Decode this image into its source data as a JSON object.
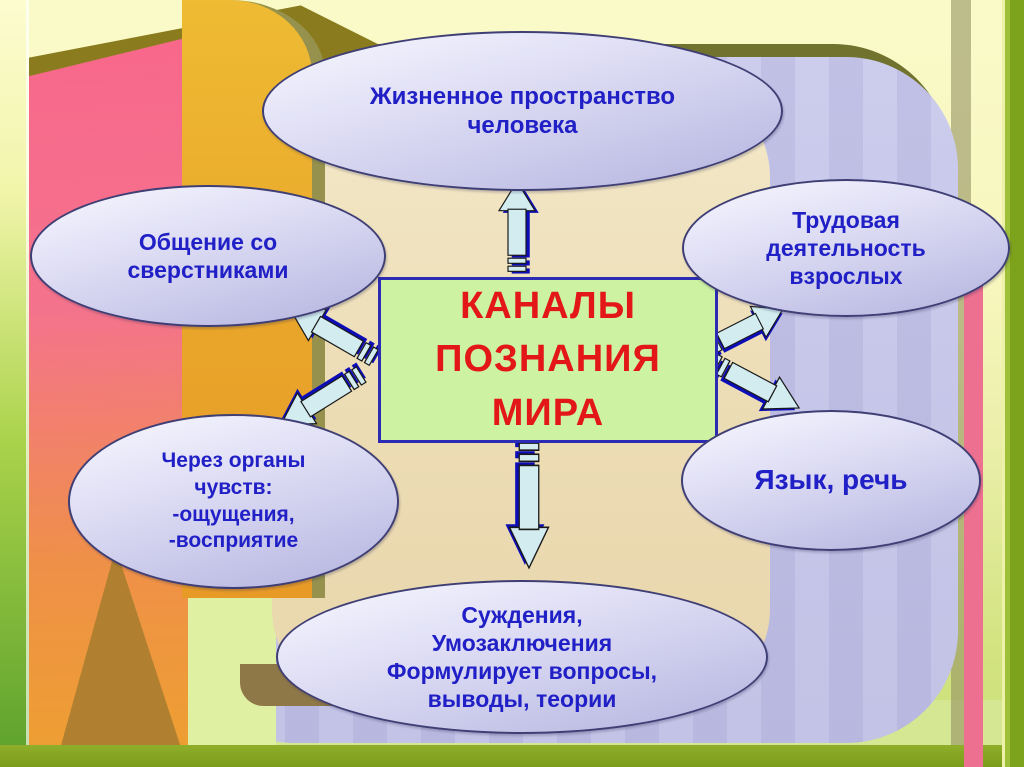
{
  "slide": {
    "central_box": {
      "text": "КАНАЛЫ\nПОЗНАНИЯ\nМИРА",
      "text_color": "#e31717",
      "fill": "#ccf2a2",
      "border_color": "#2b2bb4"
    },
    "nodes": [
      {
        "id": "top",
        "label": "Жизненное пространство\nчеловека"
      },
      {
        "id": "top-left",
        "label": "Общение со\nсверстниками"
      },
      {
        "id": "top-right",
        "label": "Трудовая\nдеятельность\nвзрослых"
      },
      {
        "id": "bottom-left",
        "label": "Через органы\nчувств:\n-ощущения,\n-восприятие"
      },
      {
        "id": "bottom-right",
        "label": "Язык, речь"
      },
      {
        "id": "bottom",
        "label": "Суждения,\nУмозаключения\nФормулирует вопросы,\nвыводы, теории"
      }
    ],
    "node_style": {
      "text_color": "#2020c6",
      "fill_top": "#f8f8ff",
      "fill_bottom": "#b3b3df",
      "border_color": "#3f3f75"
    },
    "arrows": {
      "directions": [
        "up",
        "upper-left",
        "lower-left",
        "upper-right",
        "lower-right",
        "down"
      ],
      "fill": "#d2ecf0",
      "shadow": "#0c0cb8",
      "outline": "#1a1a1a"
    },
    "background_colors": {
      "page": "#fafac9",
      "panel_lavender": "#c6c6ea",
      "inner_beige": "#ecdcb4",
      "left_pink": "#f8678b",
      "left_orange": "#eda030",
      "gold_band": "#e9a52a",
      "olive": "#8a7c1e",
      "bottom_band": "#7b9c1b",
      "right_edge_green": "#7da21c",
      "pink_stripe": "#ee7090"
    }
  }
}
